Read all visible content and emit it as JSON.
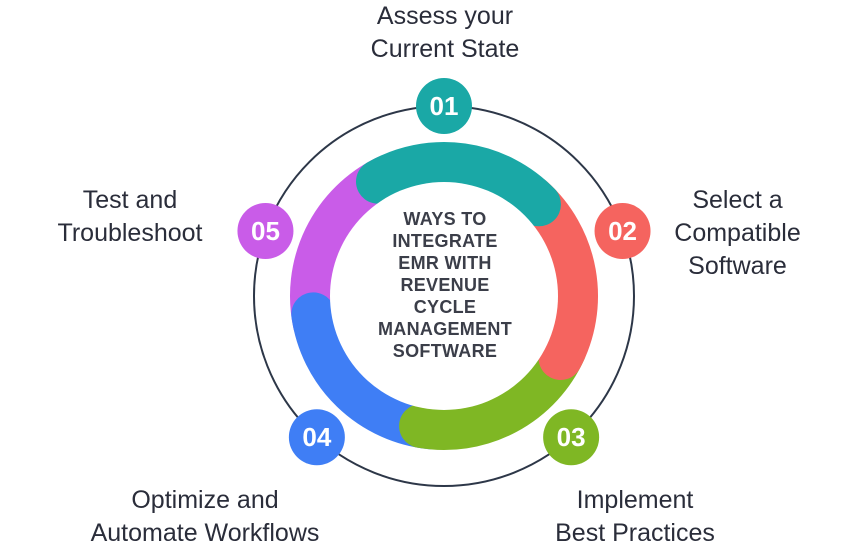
{
  "center": {
    "lines": [
      "WAYS TO",
      "INTEGRATE",
      "EMR WITH",
      "REVENUE",
      "CYCLE",
      "MANAGEMENT",
      "SOFTWARE"
    ]
  },
  "steps": [
    {
      "number": "01",
      "lines": [
        "Assess your",
        "Current State"
      ],
      "color": "#1aa8a6"
    },
    {
      "number": "02",
      "lines": [
        "Select a",
        "Compatible",
        "Software"
      ],
      "color": "#f5645f"
    },
    {
      "number": "03",
      "lines": [
        "Implement",
        "Best Practices"
      ],
      "color": "#7fb724"
    },
    {
      "number": "04",
      "lines": [
        "Optimize and",
        "Automate Workflows"
      ],
      "color": "#3f7ef5"
    },
    {
      "number": "05",
      "lines": [
        "Test and",
        "Troubleshoot"
      ],
      "color": "#c95ce8"
    }
  ],
  "colors": {
    "outer_ring": "#2d3748",
    "text": "#2a2d3a"
  }
}
